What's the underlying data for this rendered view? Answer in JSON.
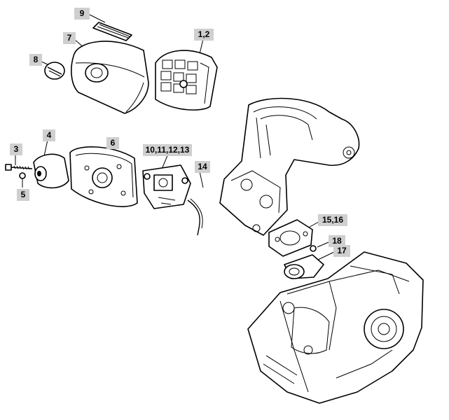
{
  "diagram": {
    "labels": {
      "l9": "9",
      "l7": "7",
      "l12": "1,2",
      "l8": "8",
      "l4": "4",
      "l3": "3",
      "l6": "6",
      "l10": "10,11,12,13",
      "l14": "14",
      "l5": "5",
      "l15": "15,16",
      "l18": "18",
      "l17": "17"
    }
  }
}
